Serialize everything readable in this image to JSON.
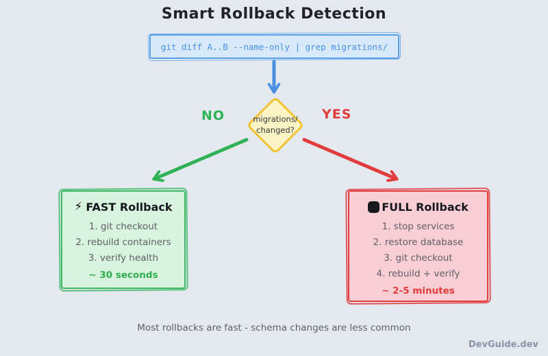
{
  "title": "Smart Rollback Detection",
  "command": {
    "code": "git diff A..B --name-only | grep migrations/"
  },
  "decision": {
    "line1": "migrations/",
    "line2": "changed?"
  },
  "branches": {
    "no": "NO",
    "yes": "YES"
  },
  "fast_box": {
    "icon": "lightning-bolt",
    "icon_glyph": "⚡",
    "title": "FAST Rollback",
    "steps": [
      "1. git checkout",
      "2. rebuild containers",
      "3. verify health"
    ],
    "duration": "~ 30 seconds"
  },
  "full_box": {
    "icon": "stop-square",
    "title": "FULL Rollback",
    "steps": [
      "1. stop services",
      "2. restore database",
      "3. git checkout",
      "4. rebuild + verify"
    ],
    "duration": "~ 2-5 minutes"
  },
  "footer": {
    "note": "Most rollbacks are fast - schema changes are less common",
    "brand": "DevGuide.dev"
  },
  "colors": {
    "background": "#e4e9f0",
    "blue_accent": "#4a90e2",
    "blue_fill": "#d7e9fb",
    "yellow_border": "#f1c232",
    "yellow_fill": "#fcf4c5",
    "green_accent": "#3cb862",
    "green_fill": "#d8f3de",
    "red_accent": "#e23b3b",
    "red_fill": "#f9ced4",
    "text_dark": "#1f2328",
    "text_gray": "#5d6066",
    "brand_gray": "#8b94a3"
  }
}
